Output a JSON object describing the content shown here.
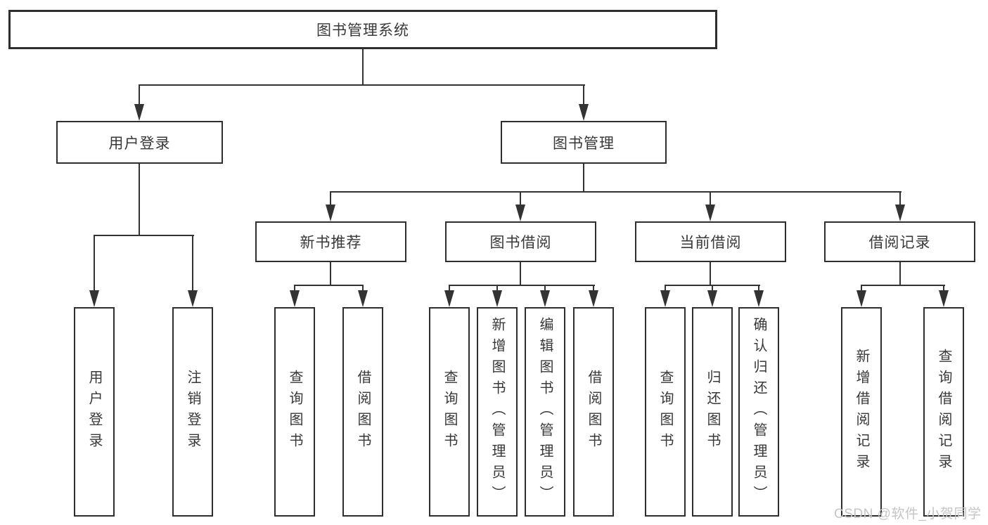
{
  "colors": {
    "line": "#333333",
    "box_border": "#2e2e2e",
    "text": "#383838",
    "watermark": "#c5c5c5",
    "background": "#ffffff"
  },
  "diagram": {
    "type": "hierarchy-flowchart",
    "root": {
      "label": "图书管理系统"
    },
    "branches": [
      {
        "label": "用户登录",
        "children": [
          {
            "label": "用户登录"
          },
          {
            "label": "注销登录"
          }
        ]
      },
      {
        "label": "图书管理",
        "children": [
          {
            "label": "新书推荐",
            "children": [
              {
                "label": "查询图书"
              },
              {
                "label": "借阅图书"
              }
            ]
          },
          {
            "label": "图书借阅",
            "children": [
              {
                "label": "查询图书"
              },
              {
                "label": "新增图书（管理员）"
              },
              {
                "label": "编辑图书（管理员）"
              },
              {
                "label": "借阅图书"
              }
            ]
          },
          {
            "label": "当前借阅",
            "children": [
              {
                "label": "查询图书"
              },
              {
                "label": "归还图书"
              },
              {
                "label": "确认归还（管理员）"
              }
            ]
          },
          {
            "label": "借阅记录",
            "children": [
              {
                "label": "新增借阅记录"
              },
              {
                "label": "查询借阅记录"
              }
            ]
          }
        ]
      }
    ]
  },
  "watermark": {
    "text": "CSDN @软件_小贺同学"
  }
}
